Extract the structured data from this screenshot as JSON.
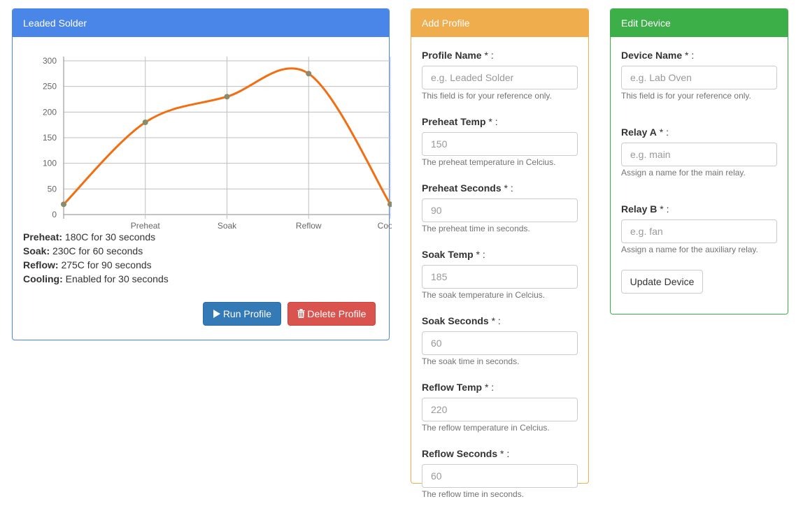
{
  "profile_panel": {
    "title": "Leaded Solder",
    "summary": [
      {
        "label": "Preheat:",
        "text": " 180C for 30 seconds"
      },
      {
        "label": "Soak:",
        "text": " 230C for 60 seconds"
      },
      {
        "label": "Reflow:",
        "text": " 275C for 90 seconds"
      },
      {
        "label": "Cooling:",
        "text": " Enabled for 30 seconds"
      }
    ],
    "run_label": "Run Profile",
    "delete_label": "Delete Profile"
  },
  "chart_data": {
    "type": "line",
    "categories": [
      "",
      "Preheat",
      "Soak",
      "Reflow",
      "Cool"
    ],
    "values": [
      20,
      180,
      230,
      275,
      20
    ],
    "yticks": [
      0,
      50,
      100,
      150,
      200,
      250,
      300
    ],
    "ylim": [
      0,
      300
    ],
    "grid": true,
    "line_color": "#f26e10",
    "point_color": "#8b8b6b",
    "title": "",
    "xlabel": "",
    "ylabel": ""
  },
  "add_panel": {
    "title": "Add Profile",
    "fields": [
      {
        "label": "Profile Name",
        "req": " * :",
        "placeholder": "e.g. Leaded Solder",
        "help": "This field is for your reference only."
      },
      {
        "label": "Preheat Temp",
        "req": " * :",
        "placeholder": "150",
        "help": "The preheat temperature in Celcius."
      },
      {
        "label": "Preheat Seconds",
        "req": " * :",
        "placeholder": "90",
        "help": "The preheat time in seconds."
      },
      {
        "label": "Soak Temp",
        "req": " * :",
        "placeholder": "185",
        "help": "The soak temperature in Celcius."
      },
      {
        "label": "Soak Seconds",
        "req": " * :",
        "placeholder": "60",
        "help": "The soak time in seconds."
      },
      {
        "label": "Reflow Temp",
        "req": " * :",
        "placeholder": "220",
        "help": "The reflow temperature in Celcius."
      },
      {
        "label": "Reflow Seconds",
        "req": " * :",
        "placeholder": "60",
        "help": "The reflow time in seconds."
      }
    ]
  },
  "edit_panel": {
    "title": "Edit Device",
    "fields": [
      {
        "label": "Device Name",
        "req": " * :",
        "placeholder": "e.g. Lab Oven",
        "help": "This field is for your reference only."
      },
      {
        "label": "Relay A",
        "req": " * :",
        "placeholder": "e.g. main",
        "help": "Assign a name for the main relay."
      },
      {
        "label": "Relay B",
        "req": " * :",
        "placeholder": "e.g. fan",
        "help": "Assign a name for the auxiliary relay."
      }
    ],
    "update_label": "Update Device"
  },
  "icons": {
    "run": "play-icon",
    "delete": "trash-icon"
  }
}
